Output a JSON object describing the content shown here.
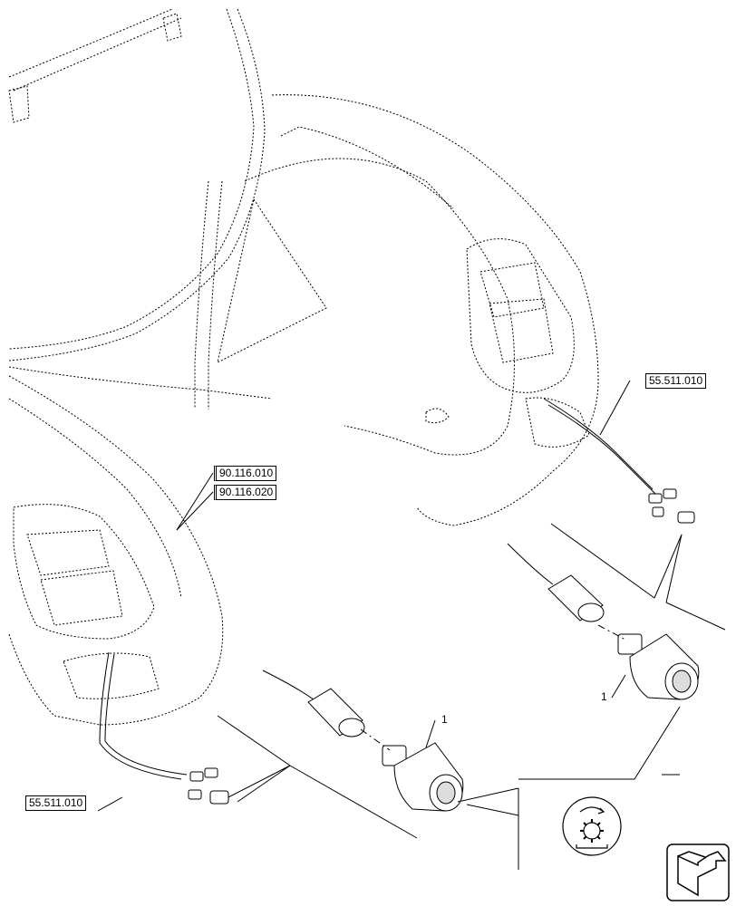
{
  "references": {
    "top_right": "55.511.010",
    "mid_left_a": "90.116.010",
    "mid_left_b": "90.116.020",
    "bottom_left": "55.511.010"
  },
  "callouts": {
    "part_right": "1",
    "part_center": "1"
  },
  "icons": {
    "rotary_switch": "rotary-switch-icon",
    "navigation": "return-arrow-icon"
  }
}
